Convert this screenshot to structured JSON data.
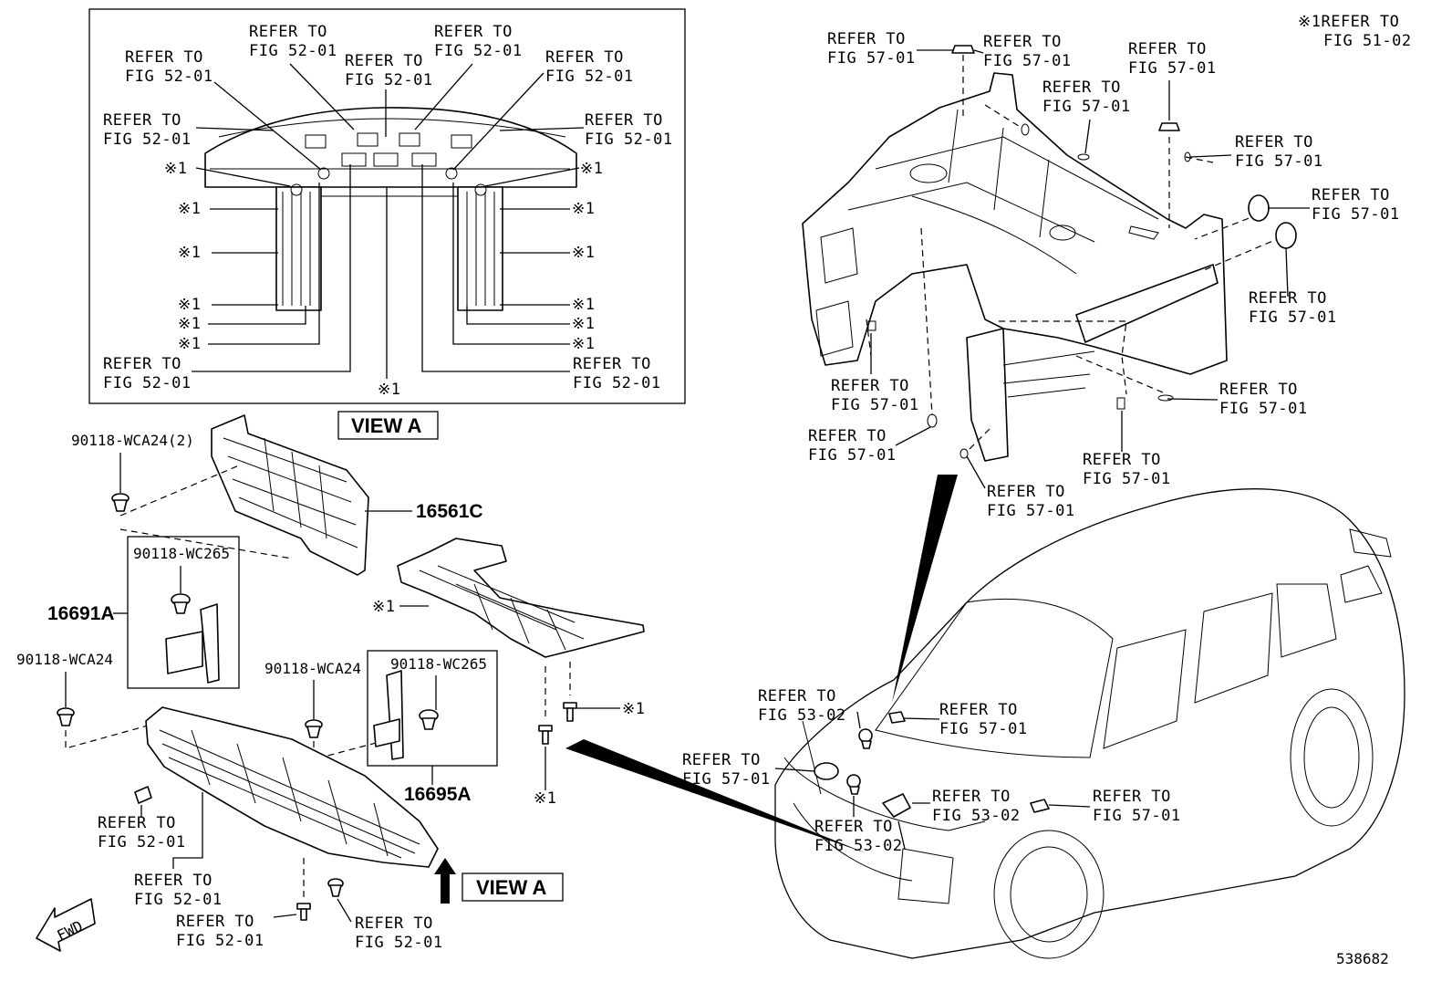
{
  "refs": {
    "fig_52_01": [
      "REFER TO",
      "FIG 52-01"
    ],
    "fig_57_01": [
      "REFER TO",
      "FIG 57-01"
    ],
    "fig_53_02": [
      "REFER TO",
      "FIG 53-02"
    ],
    "fig_51_02": [
      "※1REFER TO",
      "FIG 51-02"
    ]
  },
  "mark": "※1",
  "view_label": "VIEW A",
  "parts": {
    "p16561C": "16561C",
    "p16691A": "16691A",
    "p16695A": "16695A",
    "wca24_2": "90118-WCA24(2)",
    "wca24": "90118-WCA24",
    "wc265": "90118-WC265"
  },
  "fwd": "FWD",
  "diagram_id": "538682"
}
